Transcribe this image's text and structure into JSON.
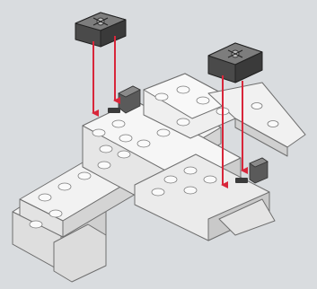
{
  "colors": {
    "background": "#d9dcdf",
    "brick_light": "#f4f4f4",
    "brick_mid": "#e2e2e2",
    "brick_shadow": "#c6c6c6",
    "outline": "#6f6f6f",
    "dark_part": "#4a4a4a",
    "dark_part_top": "#7d7d7d",
    "arrow": "#d8263a"
  },
  "diagram": {
    "parts": [
      {
        "name": "bracket-part-left",
        "color": "dark-gray"
      },
      {
        "name": "bracket-part-right",
        "color": "dark-gray"
      }
    ],
    "arrows": 4,
    "model": "white-brick-assembly"
  }
}
